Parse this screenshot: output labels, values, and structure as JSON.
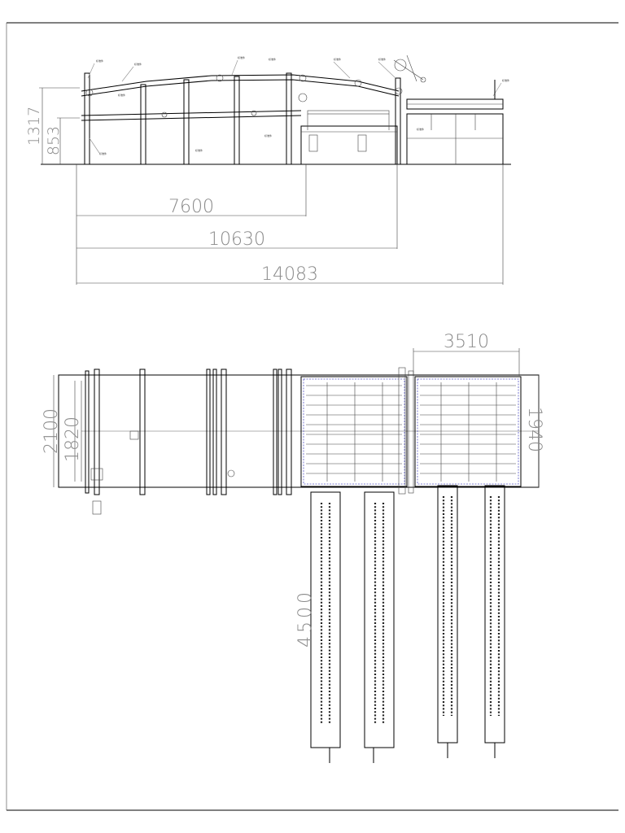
{
  "elevation": {
    "height_total": "1317",
    "height_lower": "853",
    "length_1": "7600",
    "length_2": "10630",
    "length_3": "14083"
  },
  "plan": {
    "width_total": "2100",
    "width_inner": "1820",
    "cooling_section_length": "3510",
    "cooling_section_width": "1940",
    "discharge_conveyor_length": "4500"
  }
}
